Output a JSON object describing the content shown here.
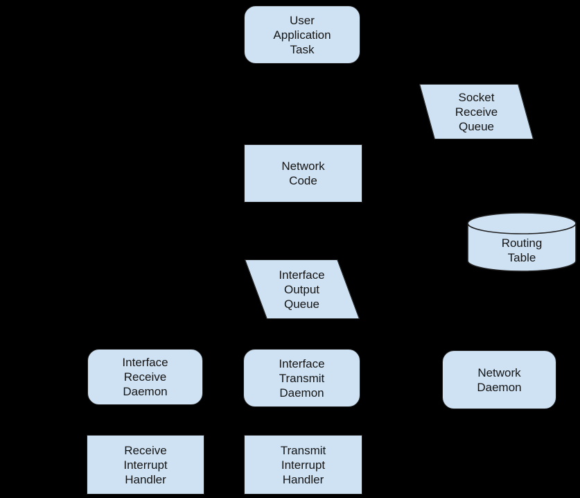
{
  "canvas": {
    "background_color": "#000000",
    "node_fill_color": "#cfe2f3",
    "node_border_color": "#1f1f1f",
    "text_color": "#141414"
  },
  "nodes": {
    "user_application_task": {
      "label": [
        "User",
        "Application",
        "Task"
      ],
      "shape": "rounded-rectangle"
    },
    "socket_receive_queue": {
      "label": [
        "Socket",
        "Receive",
        "Queue"
      ],
      "shape": "parallelogram"
    },
    "network_code": {
      "label": [
        "Network",
        "Code"
      ],
      "shape": "rectangle"
    },
    "routing_table": {
      "label": [
        "Routing",
        "Table"
      ],
      "shape": "cylinder"
    },
    "interface_output_queue": {
      "label": [
        "Interface",
        "Output",
        "Queue"
      ],
      "shape": "parallelogram"
    },
    "interface_receive_daemon": {
      "label": [
        "Interface",
        "Receive",
        "Daemon"
      ],
      "shape": "rounded-rectangle"
    },
    "interface_transmit_daemon": {
      "label": [
        "Interface",
        "Transmit",
        "Daemon"
      ],
      "shape": "rounded-rectangle"
    },
    "network_daemon": {
      "label": [
        "Network",
        "Daemon"
      ],
      "shape": "rounded-rectangle"
    },
    "receive_interrupt_handler": {
      "label": [
        "Receive",
        "Interrupt",
        "Handler"
      ],
      "shape": "rectangle"
    },
    "transmit_interrupt_handler": {
      "label": [
        "Transmit",
        "Interrupt",
        "Handler"
      ],
      "shape": "rectangle"
    }
  }
}
